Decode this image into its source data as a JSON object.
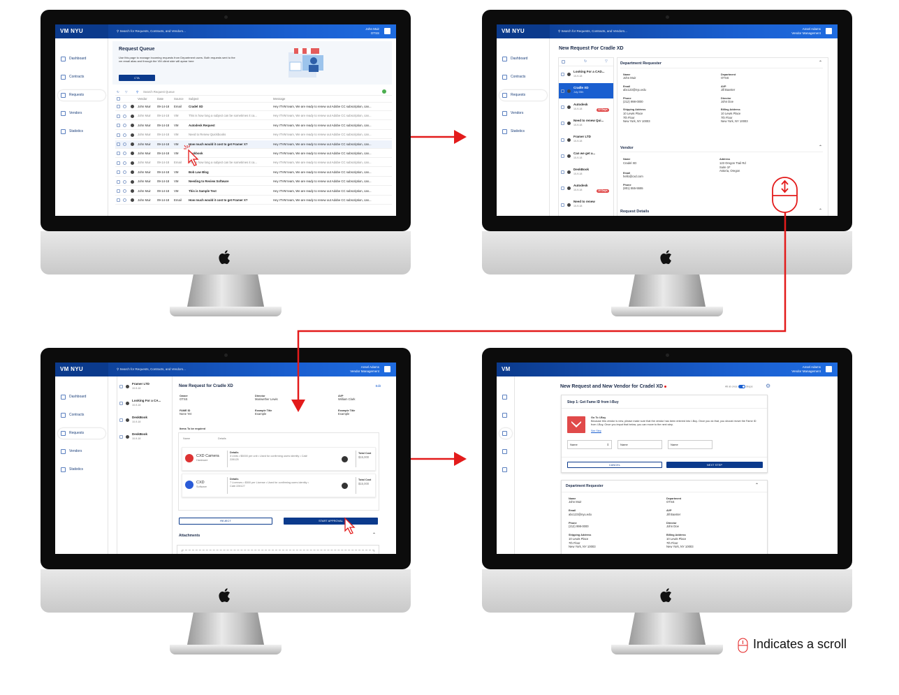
{
  "brand": "NYU",
  "vm_logo": "VM",
  "search_placeholder": "Search for Requests, Contracts, and Vendors...",
  "nav": [
    "Dashboard",
    "Contracts",
    "Requests",
    "Vendors",
    "Statistics"
  ],
  "legend_text": "Indicates a scroll",
  "accent_red": "#e31b1b",
  "brand_blue": "#0b3a8c",
  "screen1": {
    "user_name": "John Muir",
    "user_role": "OTSS",
    "title": "Request Queue",
    "description": "Use this page to manage incoming requests from Department users. Both requests sent to the vm email alias and through the VM client side will apear here",
    "cta": "CTA",
    "search_queue": "Search Request Queue",
    "columns": [
      "Vendor",
      "Date",
      "Source",
      "Subject",
      "Message"
    ],
    "rows": [
      {
        "vendor": "John Muir",
        "date": "09-14-18",
        "source": "Email",
        "subject": "Cradel XD",
        "message": "Hey ITVM team, We are ready to renew out Adobe CC subscription, can..."
      },
      {
        "vendor": "John Muir",
        "date": "09-14-18",
        "source": "VM",
        "subject": "This is how long a subject can be sometimes it ca...",
        "message": "Hey ITVM team, We are ready to renew out Adobe CC subscription, can..."
      },
      {
        "vendor": "John Muir",
        "date": "09-14-18",
        "source": "VM",
        "subject": "Autodesk Request",
        "message": "Hey ITVM team, We are ready to renew out Adobe CC subscription, can..."
      },
      {
        "vendor": "John Muir",
        "date": "09-14-18",
        "source": "VM",
        "subject": "Need to Renew Quickbooks",
        "message": "Hey ITVM team, We are ready to renew out Adobe CC subscription, can..."
      },
      {
        "vendor": "John Muir",
        "date": "09-14-18",
        "source": "VM",
        "subject": "How much would it cost to get Framer X?",
        "message": "Hey ITVM team, We are ready to renew out Adobe CC subscription, can..."
      },
      {
        "vendor": "John Muir",
        "date": "09-14-18",
        "source": "VM",
        "subject": "Deskbook",
        "message": "Hey ITVM team, We are ready to renew out Adobe CC subscription, can..."
      },
      {
        "vendor": "John Muir",
        "date": "09-14-18",
        "source": "Email",
        "subject": "This is how long a subject can be sometimes it ca...",
        "message": "Hey ITVM team, We are ready to renew out Adobe CC subscription, can..."
      },
      {
        "vendor": "John Muir",
        "date": "09-14-18",
        "source": "VM",
        "subject": "Bob Law Blog",
        "message": "Hey ITVM team, We are ready to renew out Adobe CC subscription, can..."
      },
      {
        "vendor": "John Muir",
        "date": "09-14-18",
        "source": "VM",
        "subject": "Needing to Review Software",
        "message": "Hey ITVM team, We are ready to renew out Adobe CC subscription, can..."
      },
      {
        "vendor": "John Muir",
        "date": "09-14-18",
        "source": "VM",
        "subject": "This is Sample Text",
        "message": "Hey ITVM team, We are ready to renew out Adobe CC subscription, can..."
      },
      {
        "vendor": "John Muir",
        "date": "09-14-18",
        "source": "Email",
        "subject": "How much would it cost to get Framer X?",
        "message": "Hey ITVM team, We are ready to renew out Adobe CC subscription, can..."
      }
    ]
  },
  "screen2": {
    "user_name": "Ansel Adams",
    "user_role": "Vendor Management",
    "title": "New Request For Cradle XD",
    "list": [
      {
        "name": "Looking For a CAD...",
        "date": "10-9-18"
      },
      {
        "name": "Cradle XD",
        "date": "July 25th"
      },
      {
        "name": "Autodesk",
        "date": "10-9-18",
        "badge": "12 Days"
      },
      {
        "name": "Need to renew Qui...",
        "date": "10-9-18"
      },
      {
        "name": "Framer LTD",
        "date": "10-9-18"
      },
      {
        "name": "Can we get a...",
        "date": "10-9-18"
      },
      {
        "name": "DeskBook",
        "date": "10-9-18"
      },
      {
        "name": "Autodesk",
        "date": "10-9-18",
        "badge": "10 Days"
      },
      {
        "name": "Need to renew",
        "date": "10-9-18"
      }
    ],
    "dept_title": "Department Requester",
    "dept": {
      "name_l": "Name",
      "name": "John Muir",
      "dept_l": "Department",
      "dept": "OTSS",
      "email_l": "Email",
      "email": "abc123@nyu.edu",
      "avp_l": "AVP",
      "avp": "Jill Baxster",
      "phone_l": "Phone",
      "phone": "(212) 998-0000",
      "dir_l": "Director",
      "dir": "John Doe",
      "ship_l": "Shipping Address",
      "ship": [
        "10 Lewis Place",
        "7th Floor",
        "New York, NY 10003"
      ],
      "bill_l": "Billing Address",
      "bill": [
        "10 Lewis Place",
        "7th Floor",
        "New York, NY 10003"
      ]
    },
    "vendor_title": "Vendor",
    "vendor": {
      "name_l": "Name",
      "name": "Cradel XD",
      "addr_l": "Address",
      "addr": [
        "123 Oregon Trail Rd",
        "Suite 1F",
        "Astoria, Oregon"
      ],
      "email_l": "Email",
      "email": "hello@cxd.com",
      "phone_l": "Phone",
      "phone": "(801) 555-5555"
    },
    "details_title": "Request Details"
  },
  "screen3": {
    "user_name": "Ansel Adams",
    "user_role": "Vendor Management",
    "title": "New Request for Cradle XD",
    "edit": "Edit",
    "list": [
      {
        "name": "Framer LTD",
        "date": "10-9-18"
      },
      {
        "name": "Looking For a CA...",
        "date": "10-9-18"
      },
      {
        "name": "DeskBook",
        "date": "10-9-18"
      },
      {
        "name": "DeskBook",
        "date": "10-9-18"
      }
    ],
    "owner_l": "Owner",
    "owner": "OTSS",
    "director_l": "Director",
    "director": "Mariwether Lewis",
    "avp_l": "AVP",
    "avp": "William Clark",
    "fame_l": "FAME ID",
    "fame": "None Yet",
    "ex1_l": "Example Title",
    "ex1": "Example",
    "ex2_l": "Example Title",
    "ex2": "Example",
    "items_title": "Items To be required",
    "col_name": "Name",
    "col_details": "Details",
    "items": [
      {
        "name": "CXD Camera",
        "type": "Hardware",
        "details_l": "Details",
        "details": "3 Units • $5000 per unit • Used for confirming users identity • Cat# 228125",
        "total_l": "Total Cost",
        "total": "$15,000"
      },
      {
        "name": "CXD",
        "type": "Software",
        "details_l": "Details",
        "details": "7 Licenses • $500 per License • Used for confirming users identity • Cat# 228127",
        "total_l": "Total Cost",
        "total": "$15,000"
      }
    ],
    "reject": "REJECT",
    "approve": "START APPROVAL",
    "attachments": "Attachments"
  },
  "screen4": {
    "user_name": "Ansel Adams",
    "user_role": "Vendor Management",
    "title": "New Request and New Vendor for Cradel XD",
    "toggle_left": "All at once",
    "toggle_right": "Steps",
    "step_title": "Step 1: Get Fame ID from I-Buy",
    "go_title": "Go To I-Buy",
    "go_text": "Because this vendor is new, please make sure that the vendor has been entered into I-Buy. Once you do that, you should recive the Fame ID from I-Buy, Once you imput that below, you can move to the next step.",
    "see_more": "See Step",
    "inputs": [
      "Name",
      "Name",
      "Name"
    ],
    "cancel": "CANCEL",
    "next": "NEXT STEP",
    "dept_title": "Department Requester",
    "dept": {
      "name_l": "Name",
      "name": "John Muir",
      "dept_l": "Department",
      "dept": "OTSS",
      "email_l": "Email",
      "email": "abc123@nyu.edu",
      "avp_l": "AVP",
      "avp": "Jill Baxster",
      "phone_l": "Phone",
      "phone": "(212) 998-0000",
      "dir_l": "Director",
      "dir": "John Doe",
      "ship_l": "Shipping Address",
      "ship": [
        "10 Lewis Place",
        "7th Floor",
        "New York, NY 10003"
      ],
      "bill_l": "Billing Address",
      "bill": [
        "10 Lewis Place",
        "7th Floor",
        "New York, NY 10003"
      ]
    }
  }
}
